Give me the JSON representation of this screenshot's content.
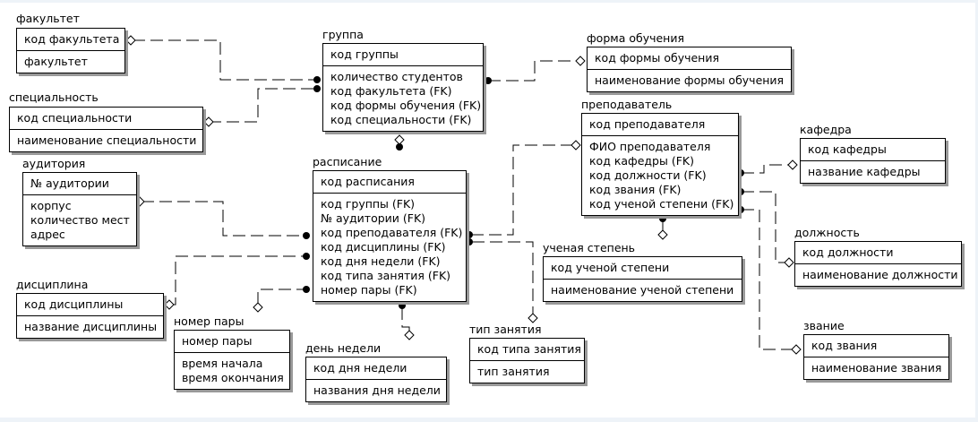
{
  "entities": {
    "fakultet": {
      "title": "факультет",
      "pk": [
        "код факультета"
      ],
      "attrs": [
        "факультет"
      ]
    },
    "spec": {
      "title": "специальность",
      "pk": [
        "код специальности"
      ],
      "attrs": [
        "наименование специальности"
      ]
    },
    "auditoria": {
      "title": "аудитория",
      "pk": [
        "№ аудитории"
      ],
      "attrs": [
        "корпус",
        "количество мест",
        "адрес"
      ]
    },
    "discipline": {
      "title": "дисциплина",
      "pk": [
        "код дисциплины"
      ],
      "attrs": [
        "название дисциплины"
      ]
    },
    "para": {
      "title": "номер пары",
      "pk": [
        "номер пары"
      ],
      "attrs": [
        "время начала",
        "время окончания"
      ]
    },
    "gruppa": {
      "title": "группа",
      "pk": [
        "код группы"
      ],
      "attrs": [
        "количество студентов",
        "код факультета (FK)",
        "код формы обучения (FK)",
        "код специальности (FK)"
      ]
    },
    "raspisanie": {
      "title": "расписание",
      "pk": [
        "код расписания"
      ],
      "attrs": [
        "код группы (FK)",
        "№ аудитории (FK)",
        "код преподавателя (FK)",
        "код дисциплины (FK)",
        "код дня недели (FK)",
        "код типа занятия (FK)",
        "номер пары (FK)"
      ]
    },
    "den": {
      "title": "день недели",
      "pk": [
        "код дня недели"
      ],
      "attrs": [
        "названия дня недели"
      ]
    },
    "tip": {
      "title": "тип занятия",
      "pk": [
        "код типа занятия"
      ],
      "attrs": [
        "тип занятия"
      ]
    },
    "forma": {
      "title": "форма обучения",
      "pk": [
        "код формы обучения"
      ],
      "attrs": [
        "наименование формы обучения"
      ]
    },
    "prepod": {
      "title": "преподаватель",
      "pk": [
        "код преподавателя"
      ],
      "attrs": [
        "ФИО преподавателя",
        "код кафедры (FK)",
        "код должности (FK)",
        "код звания (FK)",
        "код ученой степени (FK)"
      ]
    },
    "stepen": {
      "title": "ученая степень",
      "pk": [
        "код ученой степени"
      ],
      "attrs": [
        "наименование ученой степени"
      ]
    },
    "kafedra": {
      "title": "кафедра",
      "pk": [
        "код кафедры"
      ],
      "attrs": [
        "название кафедры"
      ]
    },
    "dolzhnost": {
      "title": "должность",
      "pk": [
        "код должности"
      ],
      "attrs": [
        "наименование должности"
      ]
    },
    "zvanie": {
      "title": "звание",
      "pk": [
        "код звания"
      ],
      "attrs": [
        "наименование звания"
      ]
    }
  },
  "relationships": [
    {
      "from": "fakultet",
      "to": "gruppa"
    },
    {
      "from": "spec",
      "to": "gruppa"
    },
    {
      "from": "forma",
      "to": "gruppa"
    },
    {
      "from": "gruppa",
      "to": "raspisanie"
    },
    {
      "from": "auditoria",
      "to": "raspisanie"
    },
    {
      "from": "prepod",
      "to": "raspisanie"
    },
    {
      "from": "discipline",
      "to": "raspisanie"
    },
    {
      "from": "den",
      "to": "raspisanie"
    },
    {
      "from": "tip",
      "to": "raspisanie"
    },
    {
      "from": "para",
      "to": "raspisanie"
    },
    {
      "from": "kafedra",
      "to": "prepod"
    },
    {
      "from": "dolzhnost",
      "to": "prepod"
    },
    {
      "from": "zvanie",
      "to": "prepod"
    },
    {
      "from": "stepen",
      "to": "prepod"
    }
  ]
}
